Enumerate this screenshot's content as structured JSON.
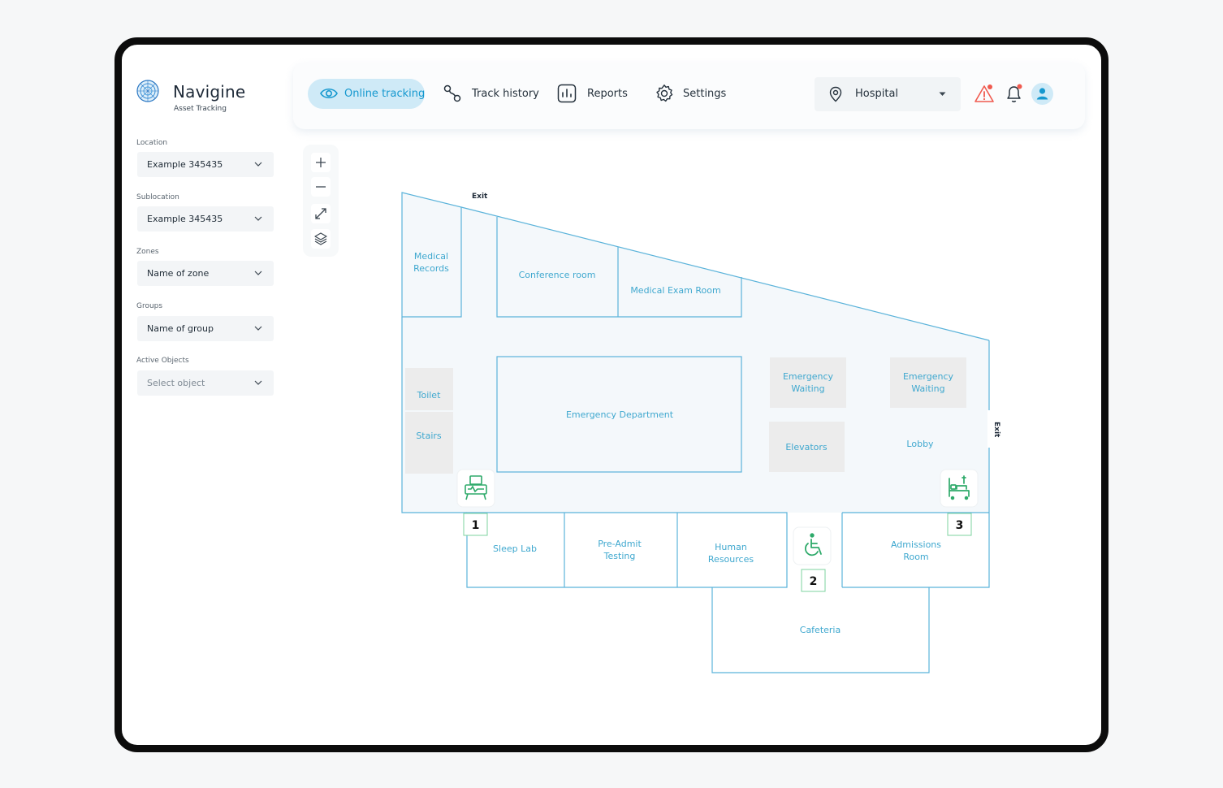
{
  "brand": {
    "name": "Navigine",
    "subtitle": "Asset Tracking"
  },
  "filters": {
    "location": {
      "label": "Location",
      "value": "Example 345435"
    },
    "sublocation": {
      "label": "Sublocation",
      "value": "Example 345435"
    },
    "zones": {
      "label": "Zones",
      "value": "Name of zone"
    },
    "groups": {
      "label": "Groups",
      "value": "Name of group"
    },
    "active_objects": {
      "label": "Active Objects",
      "placeholder": "Select object"
    }
  },
  "nav": {
    "online_tracking": "Online tracking",
    "track_history": "Track history",
    "reports": "Reports",
    "settings": "Settings",
    "venue": "Hospital"
  },
  "colors": {
    "accent": "#1598cf",
    "active_bg": "#cfeaf7",
    "map_line": "#5bb3da",
    "marker_green": "#2eaa6a",
    "alert": "#f05a4f"
  },
  "map": {
    "exits": [
      "Exit",
      "Exit"
    ],
    "rooms": {
      "medical_records": [
        "Medical",
        "Records"
      ],
      "conference_room": "Conference room",
      "medical_exam_room": "Medical Exam Room",
      "toilet": "Toilet",
      "stairs": "Stairs",
      "emergency_department": "Emergency Department",
      "emergency_waiting_1": [
        "Emergency",
        "Waiting"
      ],
      "emergency_waiting_2": [
        "Emergency",
        "Waiting"
      ],
      "elevators": "Elevators",
      "lobby": "Lobby",
      "sleep_lab": "Sleep Lab",
      "pre_admit_testing": [
        "Pre-Admit",
        "Testing"
      ],
      "human_resources": [
        "Human",
        "Resources"
      ],
      "admissions_room": [
        "Admissions",
        "Room"
      ],
      "cafeteria": "Cafeteria"
    },
    "markers": [
      {
        "number": "1",
        "icon": "medical-device-icon"
      },
      {
        "number": "2",
        "icon": "wheelchair-icon"
      },
      {
        "number": "3",
        "icon": "hospital-bed-icon"
      }
    ]
  }
}
